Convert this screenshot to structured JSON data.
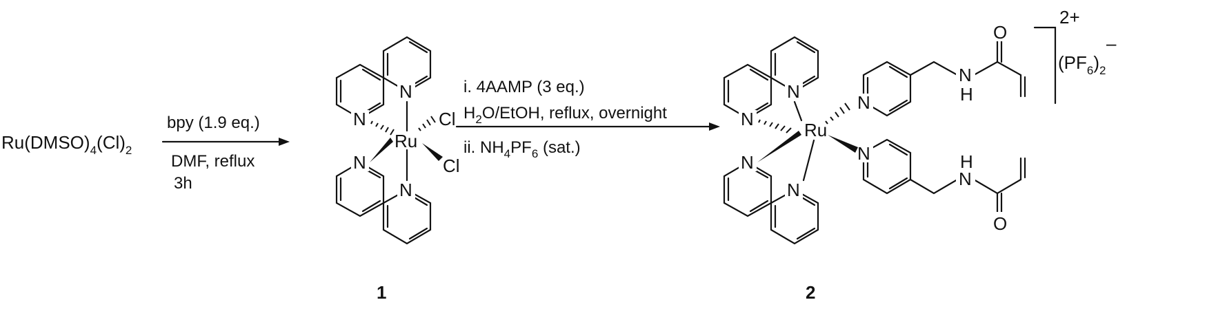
{
  "reactant": {
    "main": "Ru(DMSO)",
    "sub1": "4",
    "mid": "(Cl)",
    "sub2": "2"
  },
  "step1": {
    "reagent": "bpy (1.9 eq.)",
    "solvent": "DMF, reflux",
    "time": "3h"
  },
  "step2": {
    "line1": "i. 4AAMP (3 eq.)",
    "line2_a": "H",
    "line2_sub": "2",
    "line2_b": "O/EtOH, reflux, overnight",
    "line3_a": "ii. NH",
    "line3_sub1": "4",
    "line3_b": "PF",
    "line3_sub2": "6",
    "line3_c": " (sat.)"
  },
  "atoms": {
    "N": "N",
    "Ru": "Ru",
    "Cl": "Cl",
    "O": "O",
    "H": "H"
  },
  "charge": {
    "cation": "2+",
    "anion_a": "(PF",
    "anion_sub": "6",
    "anion_b": ")",
    "anion_sub2": "2",
    "anion_charge": "–"
  },
  "compound_labels": {
    "c1": "1",
    "c2": "2"
  }
}
